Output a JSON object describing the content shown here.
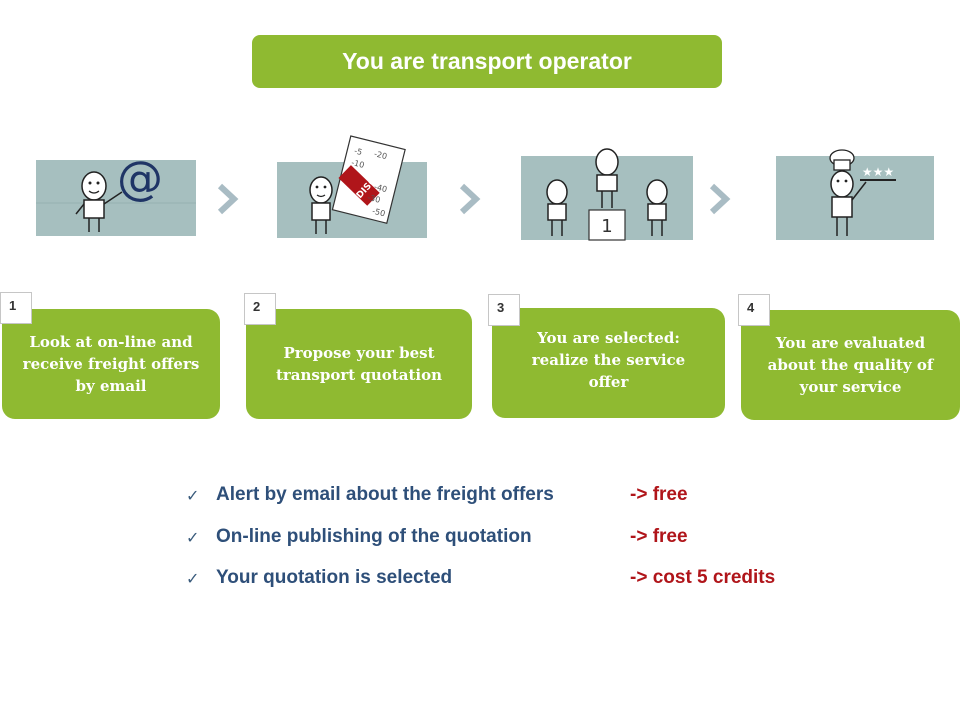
{
  "title": "You are transport operator",
  "steps": [
    {
      "number": "1",
      "text": "Look at on-line and receive freight offers by email"
    },
    {
      "number": "2",
      "text": "Propose your best transport quotation"
    },
    {
      "number": "3",
      "text": "You are selected: realize the service offer"
    },
    {
      "number": "4",
      "text": "You are evaluated about the quality of your service"
    }
  ],
  "illustrations": [
    {
      "icon": "email-at-icon",
      "label": "@"
    },
    {
      "icon": "discount-sheet-icon",
      "label": "DISCOUNT",
      "figures": [
        "-5",
        "-10",
        "-20",
        "-30",
        "-40",
        "-50"
      ]
    },
    {
      "icon": "podium-icon",
      "label": "1"
    },
    {
      "icon": "waiter-rating-icon",
      "label": "★★★"
    }
  ],
  "benefits": [
    {
      "text": "Alert by email about the freight offers",
      "price": "-> free"
    },
    {
      "text": "On-line publishing of the quotation",
      "price": "-> free"
    },
    {
      "text": "Your quotation is selected",
      "price": "-> cost 5 credits"
    }
  ],
  "colors": {
    "accent": "#8fba31",
    "benefit_text": "#2e4f79",
    "price_text": "#b0151a",
    "arrow": "#a9bcc4"
  }
}
